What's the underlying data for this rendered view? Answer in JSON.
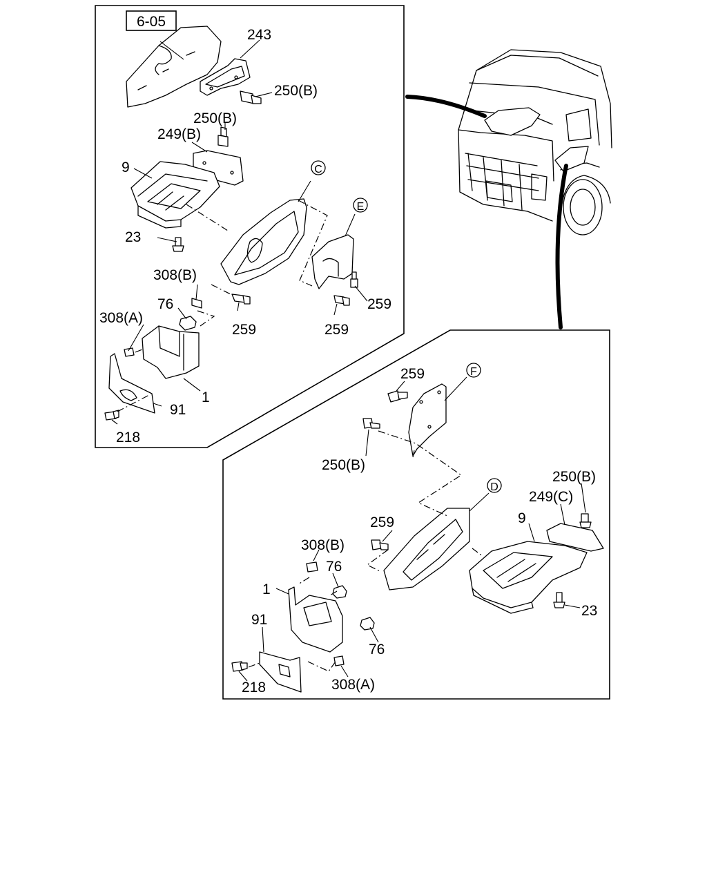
{
  "reference": "6-05",
  "labels": {
    "l243": "243",
    "l250b_top": "250(B)",
    "l250b_2": "250(B)",
    "l249b": "249(B)",
    "l9_top": "9",
    "lC": "C",
    "lE": "E",
    "l23_top": "23",
    "l308b_top": "308(B)",
    "l76_top": "76",
    "l308a_top": "308(A)",
    "l259_a": "259",
    "l259_b": "259",
    "l259_c": "259",
    "l1_top": "1",
    "l91_top": "91",
    "l218_top": "218",
    "lF": "F",
    "l259_d": "259",
    "l250b_3": "250(B)",
    "lD": "D",
    "l250b_4": "250(B)",
    "l249c": "249(C)",
    "l9_bot": "9",
    "l259_e": "259",
    "l308b_bot": "308(B)",
    "l76_bot1": "76",
    "l1_bot": "1",
    "l91_bot": "91",
    "l76_bot2": "76",
    "l23_bot": "23",
    "l218_bot": "218",
    "l308a_bot": "308(A)"
  }
}
